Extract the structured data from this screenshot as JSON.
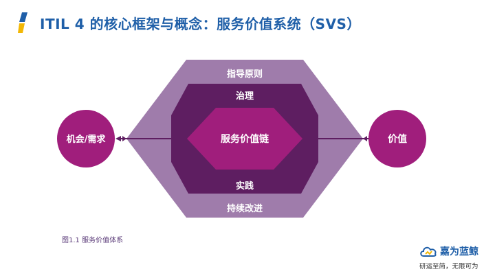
{
  "slide": {
    "title": "ITIL 4 的核心框架与概念：服务价值系统（SVS）"
  },
  "diagram": {
    "outer_label": "指导原则",
    "governance_label": "治理",
    "chain_label": "服务价值链",
    "practices_label": "实践",
    "improvement_label": "持续改进",
    "input_label": "机会/需求",
    "output_label": "价值"
  },
  "caption": "图1.1 服务价值体系",
  "brand": {
    "name": "嘉为蓝鲸",
    "tagline": "研运至简，无限可为"
  },
  "colors": {
    "outer_hex": "#9f7cab",
    "mid_hex": "#5e1e61",
    "inner_hex": "#a01e7c",
    "circle": "#a01e7c",
    "title": "#1f5fa8"
  },
  "icons": [
    "title-accent-icon",
    "cloud-logo-icon",
    "arrow-left-icon",
    "arrow-right-icon"
  ]
}
